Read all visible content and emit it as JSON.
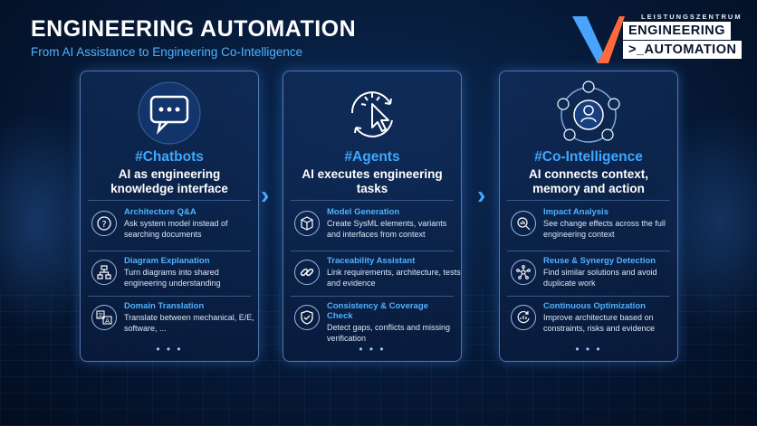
{
  "header": {
    "title": "ENGINEERING AUTOMATION",
    "subtitle": "From AI Assistance to Engineering Co-Intelligence"
  },
  "logo": {
    "small": "LEISTUNGSZENTRUM",
    "line1": "ENGINEERING",
    "line2": ">_AUTOMATION"
  },
  "colors": {
    "accent": "#3ea8ff",
    "bg": "#061a38"
  },
  "cards": [
    {
      "tag": "#Chatbots",
      "heading": "AI as engineering knowledge interface",
      "icon": "chat-bubble-icon",
      "items": [
        {
          "title": "Architecture Q&A",
          "desc": "Ask system model instead of searching documents",
          "icon": "question-icon"
        },
        {
          "title": "Diagram Explanation",
          "desc": "Turn diagrams into shared engineering understanding",
          "icon": "hierarchy-icon"
        },
        {
          "title": "Domain Translation",
          "desc": "Translate between mechanical, E/E, software, ...",
          "icon": "translate-icon"
        }
      ],
      "more": "• • •"
    },
    {
      "tag": "#Agents",
      "heading": "AI executes engineering tasks",
      "icon": "cursor-click-icon",
      "items": [
        {
          "title": "Model Generation",
          "desc": "Create SysML elements, variants and interfaces from context",
          "icon": "cube-icon"
        },
        {
          "title": "Traceability Assistant",
          "desc": "Link requirements, architecture, tests and evidence",
          "icon": "link-icon"
        },
        {
          "title": "Consistency & Coverage Check",
          "desc": "Detect gaps, conflicts and missing verification",
          "icon": "shield-check-icon"
        }
      ],
      "more": "• • •"
    },
    {
      "tag": "#Co-Intelligence",
      "heading": "AI connects context, memory and action",
      "icon": "person-network-icon",
      "items": [
        {
          "title": "Impact Analysis",
          "desc": "See change effects across the full engineering context",
          "icon": "magnify-chart-icon"
        },
        {
          "title": "Reuse & Synergy Detection",
          "desc": "Find similar solutions and avoid duplicate work",
          "icon": "network-icon"
        },
        {
          "title": "Continuous Optimization",
          "desc": "Improve architecture based on constraints, risks and evidence",
          "icon": "optimization-icon"
        }
      ],
      "more": "• • •"
    }
  ]
}
